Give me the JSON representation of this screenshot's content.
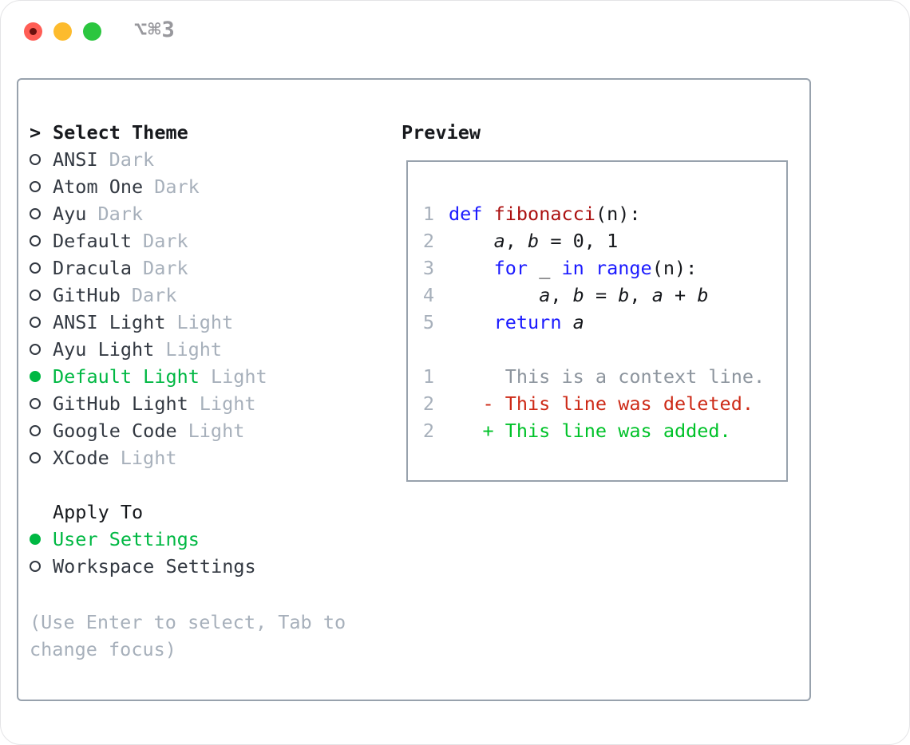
{
  "titlebar": {
    "shortcut": "⌥⌘3"
  },
  "theme_list": {
    "header_prefix": ">",
    "header": "Select Theme",
    "items": [
      {
        "name": "ANSI",
        "variant": "Dark",
        "selected": false
      },
      {
        "name": "Atom One",
        "variant": "Dark",
        "selected": false
      },
      {
        "name": "Ayu",
        "variant": "Dark",
        "selected": false
      },
      {
        "name": "Default",
        "variant": "Dark",
        "selected": false
      },
      {
        "name": "Dracula",
        "variant": "Dark",
        "selected": false
      },
      {
        "name": "GitHub",
        "variant": "Dark",
        "selected": false
      },
      {
        "name": "ANSI Light",
        "variant": "Light",
        "selected": false
      },
      {
        "name": "Ayu Light",
        "variant": "Light",
        "selected": false
      },
      {
        "name": "Default Light",
        "variant": "Light",
        "selected": true
      },
      {
        "name": "GitHub Light",
        "variant": "Light",
        "selected": false
      },
      {
        "name": "Google Code",
        "variant": "Light",
        "selected": false
      },
      {
        "name": "XCode",
        "variant": "Light",
        "selected": false
      }
    ]
  },
  "apply_to": {
    "header": "Apply To",
    "options": [
      {
        "name": "User Settings",
        "selected": true
      },
      {
        "name": "Workspace Settings",
        "selected": false
      }
    ]
  },
  "help": {
    "line1": "(Use Enter to select, Tab to",
    "line2": "change focus)"
  },
  "preview": {
    "header": "Preview",
    "code_lines": [
      {
        "number": "1",
        "segments": [
          {
            "t": "def",
            "c": "kw"
          },
          {
            "t": " "
          },
          {
            "t": "fibonacci",
            "c": "fn"
          },
          {
            "t": "(n):"
          }
        ]
      },
      {
        "number": "2",
        "segments": [
          {
            "t": "    "
          },
          {
            "t": "a",
            "c": "var"
          },
          {
            "t": ", "
          },
          {
            "t": "b",
            "c": "var"
          },
          {
            "t": " = 0, 1"
          }
        ]
      },
      {
        "number": "3",
        "segments": [
          {
            "t": "    "
          },
          {
            "t": "for",
            "c": "kw"
          },
          {
            "t": " _ "
          },
          {
            "t": "in",
            "c": "kw"
          },
          {
            "t": " "
          },
          {
            "t": "range",
            "c": "kw"
          },
          {
            "t": "(n):"
          }
        ]
      },
      {
        "number": "4",
        "segments": [
          {
            "t": "        "
          },
          {
            "t": "a",
            "c": "var"
          },
          {
            "t": ", "
          },
          {
            "t": "b",
            "c": "var"
          },
          {
            "t": " = "
          },
          {
            "t": "b",
            "c": "var"
          },
          {
            "t": ", "
          },
          {
            "t": "a",
            "c": "var"
          },
          {
            "t": " + "
          },
          {
            "t": "b",
            "c": "var"
          }
        ]
      },
      {
        "number": "5",
        "segments": [
          {
            "t": "    "
          },
          {
            "t": "return",
            "c": "kw"
          },
          {
            "t": " "
          },
          {
            "t": "a",
            "c": "var"
          }
        ]
      },
      {
        "number": "",
        "segments": []
      },
      {
        "number": "1",
        "segments": [
          {
            "t": "     This is a context line.",
            "c": "ctx"
          }
        ]
      },
      {
        "number": "2",
        "segments": [
          {
            "t": "   - This line was deleted.",
            "c": "del"
          }
        ]
      },
      {
        "number": "2",
        "segments": [
          {
            "t": "   + This line was added.",
            "c": "add"
          }
        ]
      }
    ]
  },
  "colors": {
    "border": "#98a2ad",
    "text": "#17191d",
    "name": "#333942",
    "muted": "#a7b0bb",
    "context": "#8d959e",
    "green": "#00b843",
    "added": "#00c229",
    "deleted": "#cd2a17",
    "keyword": "#1b1aff",
    "func": "#ab1010",
    "titlebar": "#98989d",
    "tl_red": "#ff5d55",
    "tl_red_dot": "#6b100d",
    "tl_yellow": "#fdbb2d",
    "tl_green": "#2bc63f"
  }
}
